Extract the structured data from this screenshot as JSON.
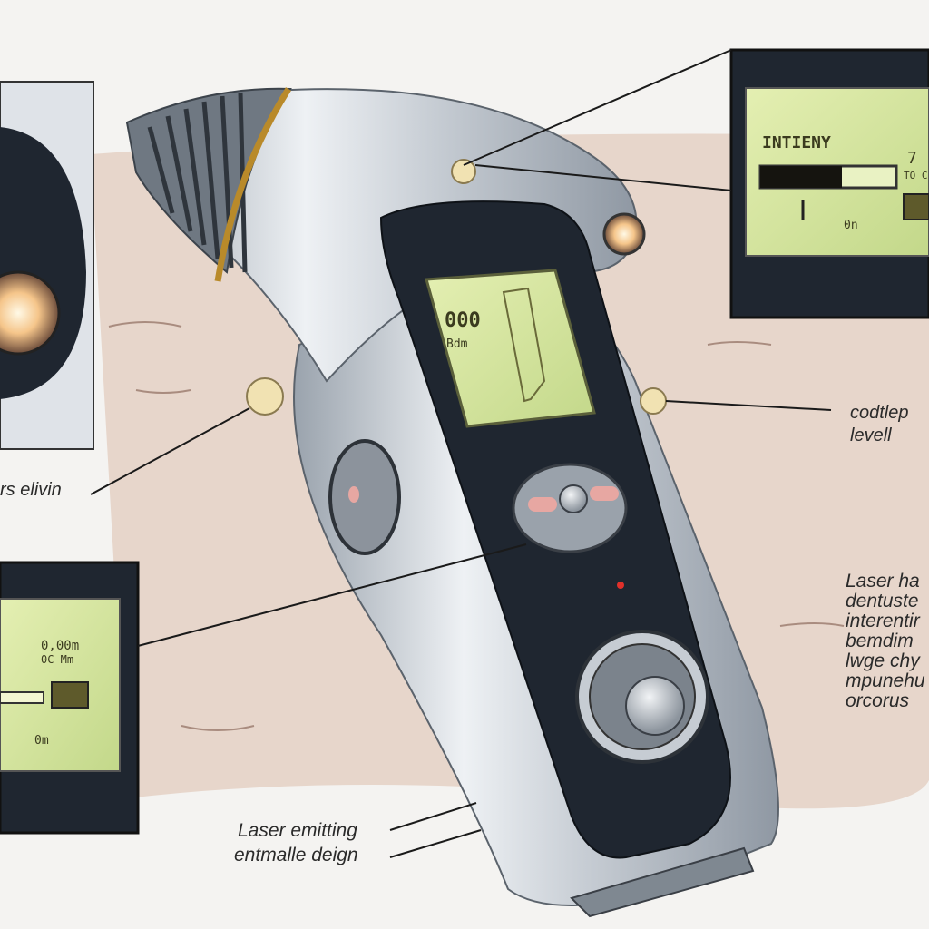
{
  "device": {
    "screen_reading": "000",
    "screen_unit": "Bdm"
  },
  "inset_top_right": {
    "header": "INTIENY",
    "value": "7",
    "sub": "TO C",
    "footer": "0n"
  },
  "inset_bottom_left": {
    "line1": "0,00m",
    "line2": "0C Mm",
    "footer": "0m"
  },
  "labels": {
    "left_mid": "rs elivin",
    "right_mid_line1": "codtlep",
    "right_mid_line2": "levell",
    "right_list": [
      "Laser ha",
      "dentuste",
      "interentir",
      "bemdim",
      "lwge chy",
      "mpunehu",
      "orcorus"
    ],
    "bottom_line1": "Laser emitting",
    "bottom_line2": "entmalle deign"
  },
  "colors": {
    "lcd_green": "#d8e8a0",
    "body_silver": "#d9dde3",
    "panel_dark": "#1f2630",
    "skin": "#e6d3c6",
    "callout_dot": "#f1e2b2",
    "accent_gold": "#b98a2a"
  }
}
